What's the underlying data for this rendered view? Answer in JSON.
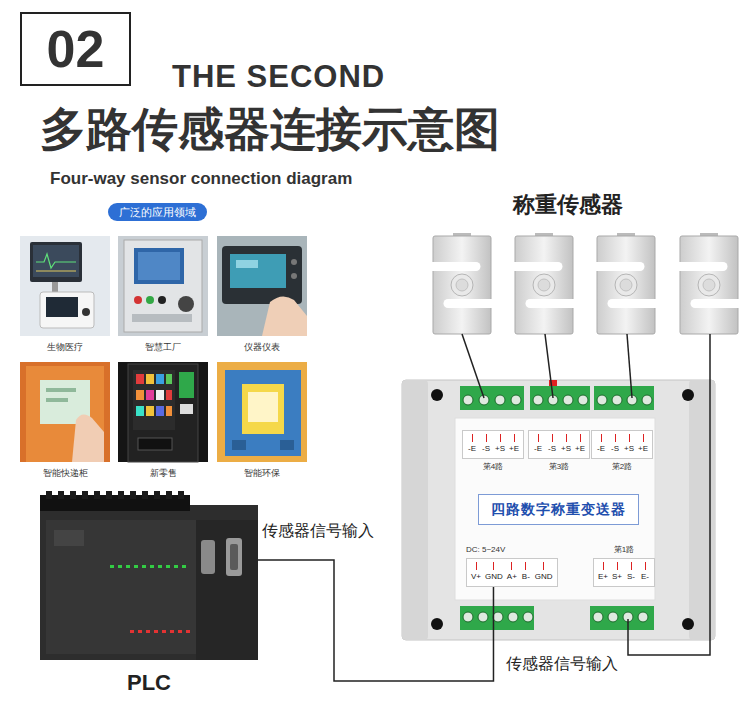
{
  "diagram": {
    "title": "多路传感器连接示意图",
    "nodes": [
      {
        "text": [
          "02"
        ]
      },
      {
        "text": [
          "广泛的应用领域"
        ]
      },
      {
        "text": [
          "生物医疗"
        ]
      },
      {
        "text": [
          "智慧工厂"
        ]
      },
      {
        "text": [
          "仪器仪表"
        ]
      },
      {
        "text": [
          "智能快递柜"
        ]
      },
      {
        "text": [
          "新零售"
        ]
      },
      {
        "text": [
          "智能环保"
        ]
      },
      {
        "text": [
          "四路数字称重变送器"
        ]
      },
      {
        "text": [
          "-E",
          "-S",
          "+S",
          "+E",
          "第4路"
        ],
        "in": 8
      },
      {
        "text": [
          "-E",
          "-S",
          "+S",
          "+E",
          "第3路"
        ],
        "in": 8
      },
      {
        "text": [
          "-E",
          "-S",
          "+S",
          "+E",
          "第2路"
        ],
        "in": 8
      },
      {
        "text": [
          "DC: 5~24V",
          "V+",
          "GND",
          "A+",
          "B-",
          "GND"
        ],
        "in": 8
      },
      {
        "text": [
          "第1路",
          "E+",
          "S+",
          "S-",
          "E-"
        ],
        "in": 8
      },
      {
        "text": [
          "PLC"
        ]
      }
    ],
    "edges": [
      {
        "from": 14,
        "to": 12,
        "arrow": "none"
      }
    ],
    "labels": [
      "THE SECOND",
      "Four-way sensor connection diagram",
      "称重传感器",
      "传感器信号输入",
      "传感器信号输入"
    ]
  }
}
